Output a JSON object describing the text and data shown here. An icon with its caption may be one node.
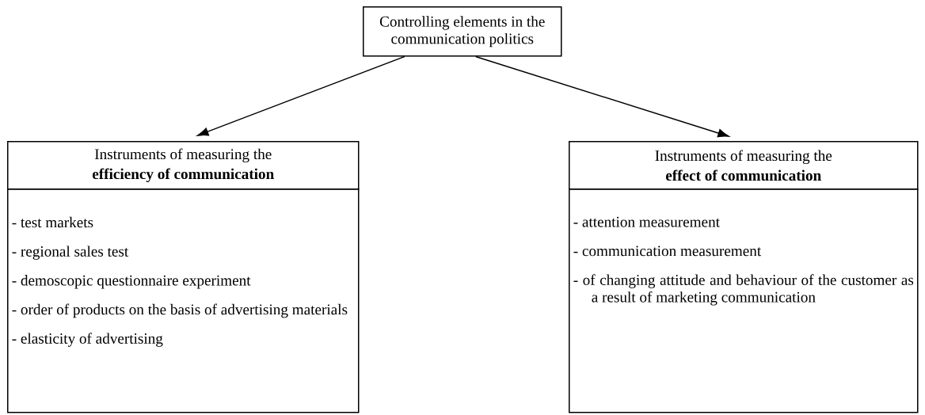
{
  "diagram": {
    "nodes": [
      {
        "text": [
          "Controlling elements in the communication politics"
        ]
      },
      {
        "text": [
          "Instruments of measuring the",
          "efficiency of communication"
        ]
      },
      {
        "text": [
          "- test markets",
          "- regional sales test",
          "- demoscopic questionnaire experiment",
          "- order of products on the basis of advertising materials",
          "- elasticity of advertising"
        ]
      },
      {
        "text": [
          "Instruments of measuring the",
          "effect of communication"
        ]
      },
      {
        "text": [
          "- attention measurement",
          "- communication measurement",
          "- of changing attitude and behaviour of the customer as a result of marketing communication"
        ]
      }
    ],
    "edges": [
      {
        "from": 0,
        "to": 1,
        "arrow": "to"
      },
      {
        "from": 0,
        "to": 3,
        "arrow": "to"
      }
    ]
  }
}
